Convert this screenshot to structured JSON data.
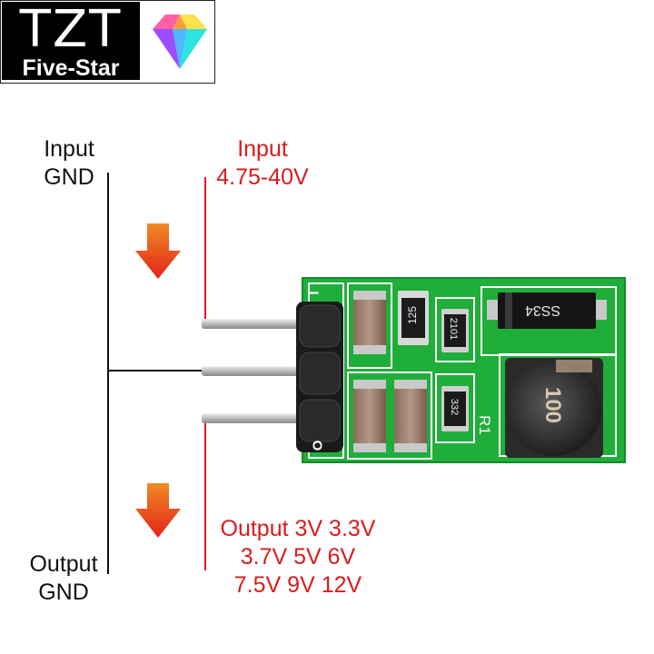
{
  "logo": {
    "brand": "TZT",
    "tagline": "Five-Star"
  },
  "labels": {
    "input_gnd_line1": "Input",
    "input_gnd_line2": "GND",
    "input_line1": "Input",
    "input_line2": "4.75-40V",
    "output_line1": "Output 3V 3.3V",
    "output_line2": "3.7V 5V 6V",
    "output_line3": "7.5V 9V 12V",
    "output_gnd_line1": "Output",
    "output_gnd_line2": "GND"
  },
  "board": {
    "silk_top": "I",
    "silk_bottom": "O",
    "cap_code": "125",
    "res_code_top": "2101",
    "res_code_bottom": "332",
    "resistor_label": "R1",
    "diode_label": "SS34",
    "inductor_label": "100"
  },
  "colors": {
    "red": "#d91c1c",
    "pcb": "#1fae3a",
    "arrow_top": "#f08a24",
    "arrow_bottom": "#e2231a"
  }
}
